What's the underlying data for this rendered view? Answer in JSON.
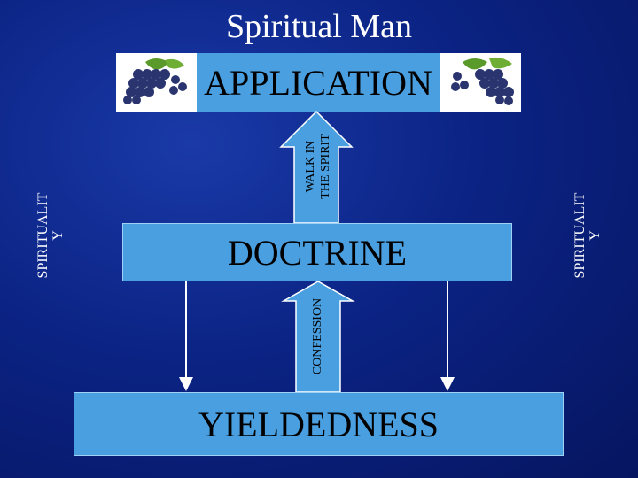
{
  "slide": {
    "title": "Spiritual Man",
    "application": "APPLICATION",
    "doctrine": "DOCTRINE",
    "yieldedness": "YIELDEDNESS",
    "walk_label": "WALK IN\nTHE SPIRIT",
    "confession_label": "CONFESSION",
    "left_side_label": "SPIRITUALIT\nY",
    "right_side_label": "SPIRITUALIT\nY"
  },
  "colors": {
    "box_fill": "#4a9fe0",
    "background": "#0b2384",
    "grape": "#2a3570",
    "leaf": "#5a9a2a"
  },
  "icons": [
    "grapes-icon",
    "grapes-icon"
  ]
}
